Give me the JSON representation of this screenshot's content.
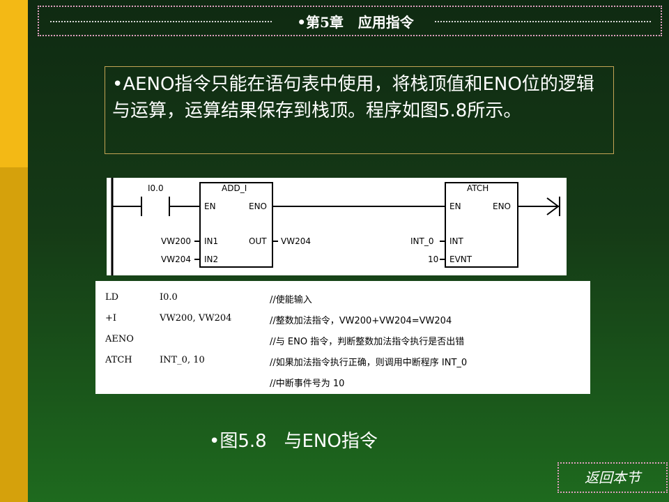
{
  "header": {
    "chapter_title": "•第5章   应用指令"
  },
  "intro": {
    "text": "•AENO指令只能在语句表中使用，将栈顶值和ENO位的逻辑与运算，运算结果保存到栈顶。程序如图5.8所示。"
  },
  "ladder": {
    "contact_label": "I0.0",
    "block1": {
      "name": "ADD_I",
      "en": "EN",
      "eno": "ENO",
      "in1": "IN1",
      "in2": "IN2",
      "out": "OUT",
      "in1_value": "VW200",
      "in2_value": "VW204",
      "out_value": "VW204"
    },
    "block2": {
      "name": "ATCH",
      "en": "EN",
      "eno": "ENO",
      "int": "INT",
      "evnt": "EVNT",
      "int_value": "INT_0",
      "evnt_value": "10"
    }
  },
  "stl": {
    "rows": [
      {
        "op": "LD",
        "arg": "I0.0",
        "comment": "//使能输入"
      },
      {
        "op": "+I",
        "arg": "VW200, VW204",
        "comment": "//整数加法指令，VW200+VW204=VW204"
      },
      {
        "op": "AENO",
        "arg": "",
        "comment": "//与 ENO 指令，判断整数加法指令执行是否出错"
      },
      {
        "op": "ATCH",
        "arg": "INT_0, 10",
        "comment": "//如果加法指令执行正确，则调用中断程序 INT_0"
      },
      {
        "op": "",
        "arg": "",
        "comment": "//中断事件号为 10"
      }
    ]
  },
  "caption": {
    "text": "•图5.8   与ENO指令"
  },
  "nav": {
    "return_label": "返回本节"
  },
  "colors": {
    "left_bar_top": "#f3b915",
    "left_bar_bottom": "#d5a10c",
    "frame_dots": "#e0a0c0",
    "intro_border": "#c4a455"
  }
}
